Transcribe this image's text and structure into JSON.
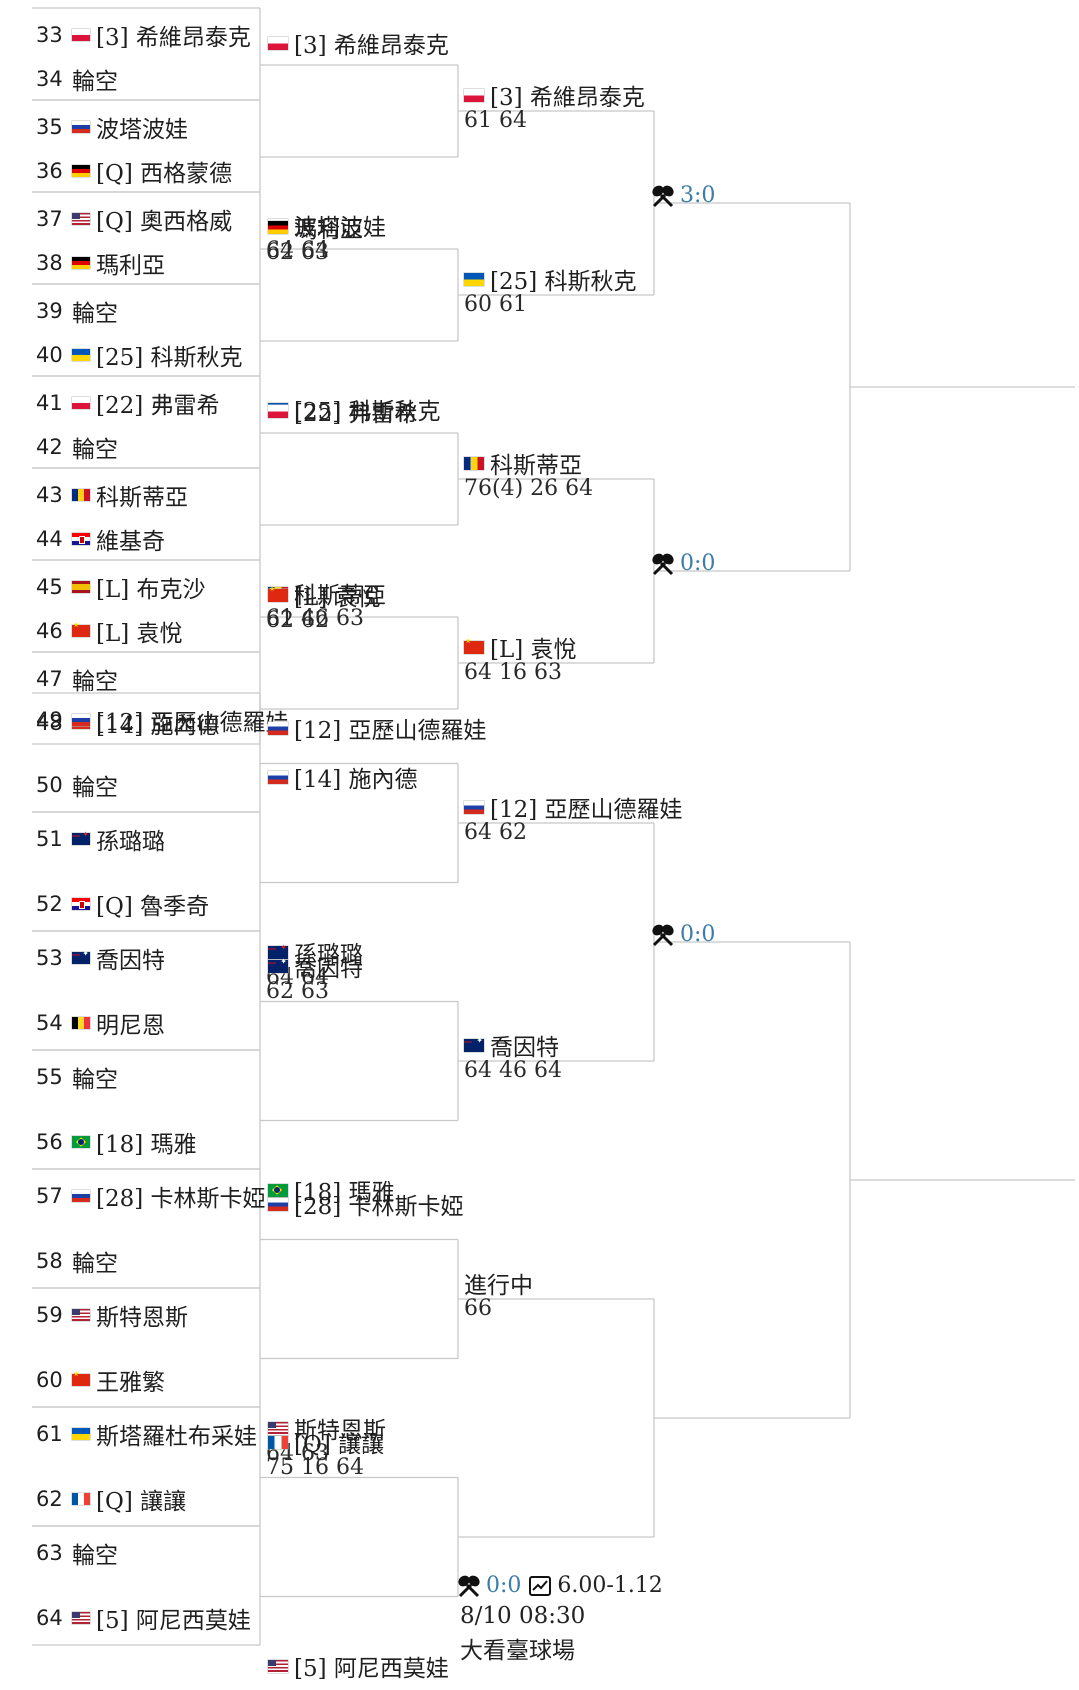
{
  "colors": {
    "line": "#c8c8c8",
    "match_score": "#3b7ca8",
    "text": "#1f1f1f"
  },
  "round1": [
    {
      "num": "33",
      "flag": "pl",
      "name": "[3] 希維昂泰克"
    },
    {
      "num": "34",
      "flag": "",
      "name": "輪空"
    },
    {
      "num": "35",
      "flag": "ru",
      "name": "波塔波娃"
    },
    {
      "num": "36",
      "flag": "de",
      "name": "[Q] 西格蒙德"
    },
    {
      "num": "37",
      "flag": "us",
      "name": "[Q] 奧西格威"
    },
    {
      "num": "38",
      "flag": "de",
      "name": "瑪利亞"
    },
    {
      "num": "39",
      "flag": "",
      "name": "輪空"
    },
    {
      "num": "40",
      "flag": "ua",
      "name": "[25] 科斯秋克"
    },
    {
      "num": "41",
      "flag": "pl",
      "name": "[22] 弗雷希"
    },
    {
      "num": "42",
      "flag": "",
      "name": "輪空"
    },
    {
      "num": "43",
      "flag": "ro",
      "name": "科斯蒂亞"
    },
    {
      "num": "44",
      "flag": "hr",
      "name": "維基奇"
    },
    {
      "num": "45",
      "flag": "es",
      "name": "[L] 布克沙"
    },
    {
      "num": "46",
      "flag": "cn",
      "name": "[L] 袁悅"
    },
    {
      "num": "47",
      "flag": "",
      "name": "輪空"
    },
    {
      "num": "48",
      "flag": "ru",
      "name": "[14] 施內德"
    },
    {
      "num": "49",
      "flag": "ru",
      "name": "[12] 亞歷山德羅娃"
    },
    {
      "num": "50",
      "flag": "",
      "name": "輪空"
    },
    {
      "num": "51",
      "flag": "nz",
      "name": "孫璐璐"
    },
    {
      "num": "52",
      "flag": "hr",
      "name": "[Q] 魯季奇"
    },
    {
      "num": "53",
      "flag": "au",
      "name": "喬因特"
    },
    {
      "num": "54",
      "flag": "be",
      "name": "明尼恩"
    },
    {
      "num": "55",
      "flag": "",
      "name": "輪空"
    },
    {
      "num": "56",
      "flag": "br",
      "name": "[18] 瑪雅"
    },
    {
      "num": "57",
      "flag": "ru",
      "name": "[28] 卡林斯卡婭"
    },
    {
      "num": "58",
      "flag": "",
      "name": "輪空"
    },
    {
      "num": "59",
      "flag": "us",
      "name": "斯特恩斯"
    },
    {
      "num": "60",
      "flag": "cn",
      "name": "王雅繁"
    },
    {
      "num": "61",
      "flag": "ua",
      "name": "斯塔羅杜布采娃"
    },
    {
      "num": "62",
      "flag": "fr",
      "name": "[Q] 讓讓"
    },
    {
      "num": "63",
      "flag": "",
      "name": "輪空"
    },
    {
      "num": "64",
      "flag": "us",
      "name": "[5] 阿尼西莫娃"
    }
  ],
  "round2": [
    {
      "flag": "pl",
      "name": "[3] 希維昂泰克",
      "score": ""
    },
    {
      "flag": "ru",
      "name": "波塔波娃",
      "score": "64 64"
    },
    {
      "flag": "de",
      "name": "瑪利亞",
      "score": "62 63"
    },
    {
      "flag": "ua",
      "name": "[25] 科斯秋克",
      "score": ""
    },
    {
      "flag": "pl",
      "name": "[22] 弗雷希",
      "score": ""
    },
    {
      "flag": "ro",
      "name": "科斯蒂亞",
      "score": "61 46 63"
    },
    {
      "flag": "cn",
      "name": "[L] 袁悅",
      "score": "62 62"
    },
    {
      "flag": "ru",
      "name": "[14] 施內德",
      "score": ""
    },
    {
      "flag": "ru",
      "name": "[12] 亞歷山德羅娃",
      "score": ""
    },
    {
      "flag": "nz",
      "name": "孫璐璐",
      "score": "64 64"
    },
    {
      "flag": "au",
      "name": "喬因特",
      "score": "62 63"
    },
    {
      "flag": "br",
      "name": "[18] 瑪雅",
      "score": ""
    },
    {
      "flag": "ru",
      "name": "[28] 卡林斯卡婭",
      "score": ""
    },
    {
      "flag": "us",
      "name": "斯特恩斯",
      "score": "64 63"
    },
    {
      "flag": "fr",
      "name": "[Q] 讓讓",
      "score": "75 16 64"
    },
    {
      "flag": "us",
      "name": "[5] 阿尼西莫娃",
      "score": ""
    }
  ],
  "round3": [
    {
      "flag": "pl",
      "name": "[3] 希維昂泰克",
      "score": "61 64"
    },
    {
      "flag": "ua",
      "name": "[25] 科斯秋克",
      "score": "60 61"
    },
    {
      "flag": "ro",
      "name": "科斯蒂亞",
      "score": "76(4) 26 64"
    },
    {
      "flag": "cn",
      "name": "[L] 袁悅",
      "score": "64 16 63"
    },
    {
      "flag": "ru",
      "name": "[12] 亞歷山德羅娃",
      "score": "64 62"
    },
    {
      "flag": "au",
      "name": "喬因特",
      "score": "64 46 64"
    },
    {
      "flag": "",
      "name": "進行中",
      "score": "66"
    }
  ],
  "matches": [
    {
      "score": "3:0"
    },
    {
      "score": "0:0"
    },
    {
      "score": "0:0"
    }
  ],
  "final_match": {
    "score": "0:0",
    "odds": "6.00-1.12",
    "datetime": "8/10 08:30",
    "venue": "大看臺球場"
  },
  "icons": {
    "match": "crossed-rackets-icon",
    "odds": "chart-icon"
  }
}
